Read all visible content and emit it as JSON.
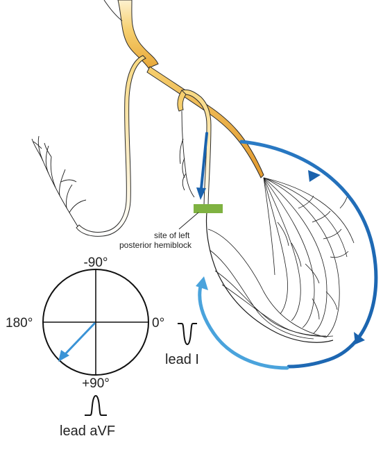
{
  "annotation": {
    "line1": "site of left",
    "line2": "posterior hemiblock"
  },
  "axis_labels": {
    "top": "-90°",
    "left": "180°",
    "right": "0°",
    "bottom": "+90°"
  },
  "leads": {
    "lead_1": "lead I",
    "lead_2": "lead aVF"
  },
  "colors": {
    "conduction_light": "#fbe7b0",
    "conduction_dark": "#e8a83a",
    "arrow_dark_blue": "#1a62ad",
    "arrow_light_blue": "#4aa3dc",
    "block_green": "#7fb241",
    "fiber": "#1a1a1a"
  }
}
